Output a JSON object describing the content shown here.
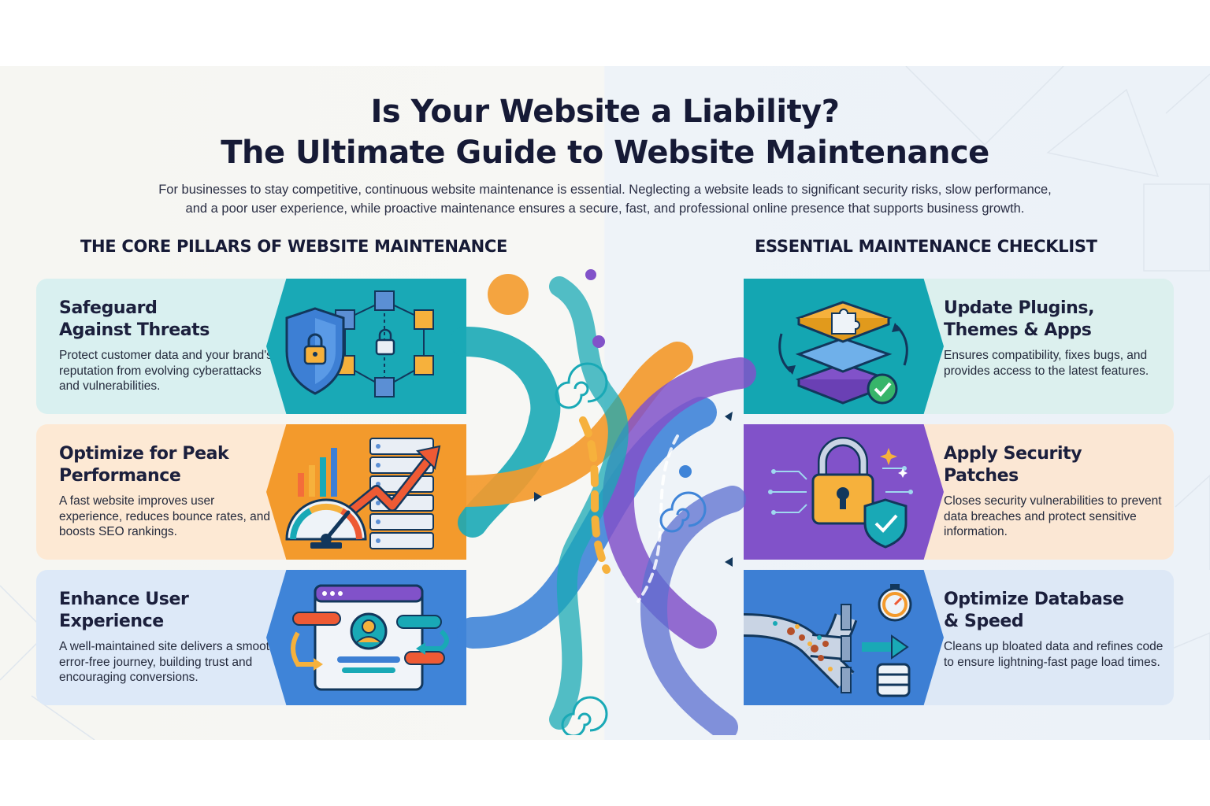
{
  "header": {
    "title_line1": "Is Your Website a Liability?",
    "title_line2": "The Ultimate Guide to Website Maintenance",
    "intro_line1": "For businesses to stay competitive, continuous website maintenance is essential. Neglecting a website leads to significant security risks, slow performance,",
    "intro_line2": "and a poor user experience, while proactive maintenance ensures a secure, fast, and professional online presence that supports business growth."
  },
  "pillars": {
    "heading": "THE CORE PILLARS OF WEBSITE MAINTENANCE",
    "items": [
      {
        "title_line1": "Safeguard",
        "title_line2": "Against Threats",
        "desc": "Protect customer data and your brand's reputation from evolving cyberattacks and vulnerabilities.",
        "icon": "shield-lock-network-icon",
        "color": "#19a9b6"
      },
      {
        "title_line1": "Optimize for Peak",
        "title_line2": "Performance",
        "desc": "A fast website improves user experience, reduces bounce rates, and boosts SEO rankings.",
        "icon": "speedometer-growth-icon",
        "color": "#f39a2c"
      },
      {
        "title_line1": "Enhance User",
        "title_line2": "Experience",
        "desc": "A well-maintained site delivers a smooth, error-free journey, building trust and encouraging conversions.",
        "icon": "user-interface-icon",
        "color": "#3f84d8"
      }
    ]
  },
  "checklist": {
    "heading": "ESSENTIAL MAINTENANCE CHECKLIST",
    "items": [
      {
        "title_line1": "Update Plugins,",
        "title_line2": "Themes & Apps",
        "desc": "Ensures compatibility, fixes bugs, and provides access to the latest features.",
        "icon": "layered-update-icon",
        "color": "#14a6b2"
      },
      {
        "title_line1": "Apply Security",
        "title_line2": "Patches",
        "desc": "Closes security vulnerabilities to prevent data breaches and protect sensitive information.",
        "icon": "padlock-shield-icon",
        "color": "#8152c9"
      },
      {
        "title_line1": "Optimize Database",
        "title_line2": "& Speed",
        "desc": "Cleans up bloated data and refines code to ensure lightning-fast page load times.",
        "icon": "database-pipe-icon",
        "color": "#3d7fd4"
      }
    ]
  }
}
